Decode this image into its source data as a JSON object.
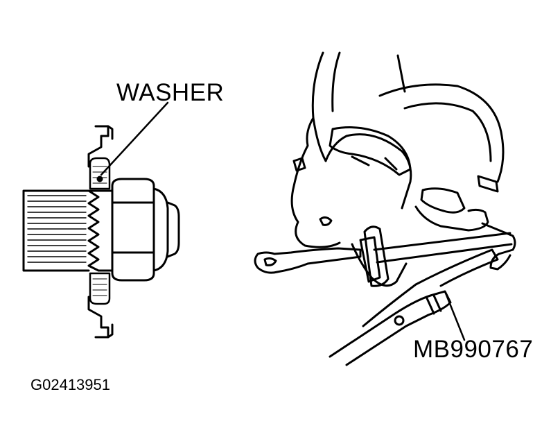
{
  "labels": {
    "washer": "WASHER",
    "tool": "MB990767",
    "figure_code": "G02413951"
  },
  "colors": {
    "ink": "#000000",
    "paper": "#ffffff"
  }
}
